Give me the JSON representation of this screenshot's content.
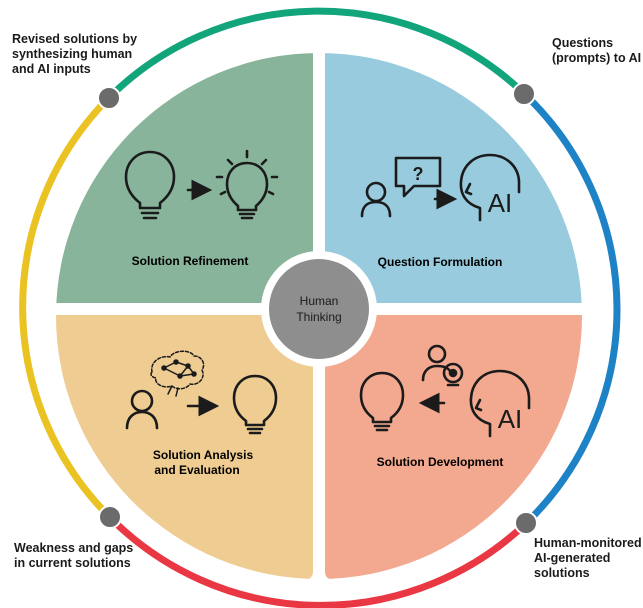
{
  "center": {
    "line1": "Human",
    "line2": "Thinking"
  },
  "quadrants": {
    "top_left": {
      "title": "Solution Refinement",
      "color": "#88b49b"
    },
    "top_right": {
      "title": "Question Formulation",
      "color": "#97cbdd"
    },
    "bottom_left": {
      "line1": "Solution Analysis",
      "line2": "and Evaluation",
      "color": "#efcd92"
    },
    "bottom_right": {
      "title": "Solution Development",
      "color": "#f3a98f"
    }
  },
  "ring_colors": {
    "top": "#12a57c",
    "right": "#1d82c6",
    "bottom": "#ea3744",
    "left": "#eac221",
    "node": "#6b6b6b"
  },
  "corner_labels": {
    "top_left": [
      "Revised solutions by",
      "synthesizing human",
      "and AI inputs"
    ],
    "top_right": [
      "Questions",
      "(prompts) to AI"
    ],
    "bottom_left": [
      "Weakness and gaps",
      "in current solutions"
    ],
    "bottom_right": [
      "Human-monitored",
      "AI-generated",
      "solutions"
    ]
  },
  "icons": {
    "ai_text": "AI",
    "question_mark": "?",
    "names": [
      "lightbulb-icon",
      "arrow-icon",
      "lit-lightbulb-icon",
      "person-icon",
      "question-bubble-icon",
      "ai-head-icon",
      "brain-network-icon",
      "webcam-person-icon"
    ]
  }
}
